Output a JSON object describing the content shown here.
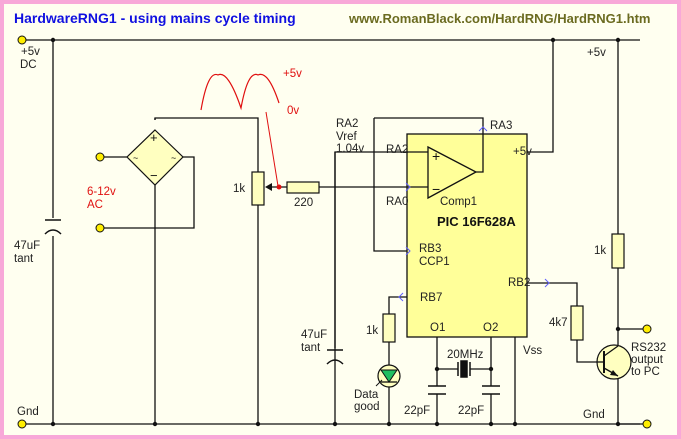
{
  "header": {
    "title": "HardwareRNG1 - using mains cycle timing",
    "url": "www.RomanBlack.com/HardRNG/HardRNG1.htm"
  },
  "labels": {
    "supply_top": "+5v",
    "supply_dc": "DC",
    "ac_input": "6-12v",
    "ac_label": "AC",
    "cap1_value": "47uF",
    "cap1_type": "tant",
    "pot_value": "1k",
    "res_220": "220",
    "wave_top": "+5v",
    "wave_bottom": "0v",
    "ra2_vref_1": "RA2",
    "ra2_vref_2": "Vref",
    "ra2_vref_3": "1.04v",
    "pin_ra2": "RA2",
    "pin_ra3": "RA3",
    "pin_ra0": "RA0",
    "pin_5v": "+5v",
    "comp": "Comp1",
    "chip": "PIC 16F628A",
    "pin_rb3": "RB3",
    "pin_ccp1": "CCP1",
    "pin_rb2": "RB2",
    "pin_rb7": "RB7",
    "pin_o1": "O1",
    "pin_o2": "O2",
    "pin_vss": "Vss",
    "cap2_value": "47uF",
    "cap2_type": "tant",
    "led_res": "1k",
    "led_label_1": "Data",
    "led_label_2": "good",
    "crystal": "20MHz",
    "cap_c1": "22pF",
    "cap_c2": "22pF",
    "rail_right": "+5v",
    "pullup": "1k",
    "base_res": "4k7",
    "rs232_1": "RS232",
    "rs232_2": "output",
    "rs232_3": "to PC",
    "gnd_left": "Gnd",
    "gnd_right": "Gnd"
  },
  "colors": {
    "title": "#1010e0",
    "url": "#6b6b20",
    "component_fill": "#ffffc0",
    "chip_fill": "#ffff99",
    "terminal": "#ffee00",
    "red": "#e01010",
    "led": "#20c060",
    "pin_arrow": "#6060ff"
  }
}
